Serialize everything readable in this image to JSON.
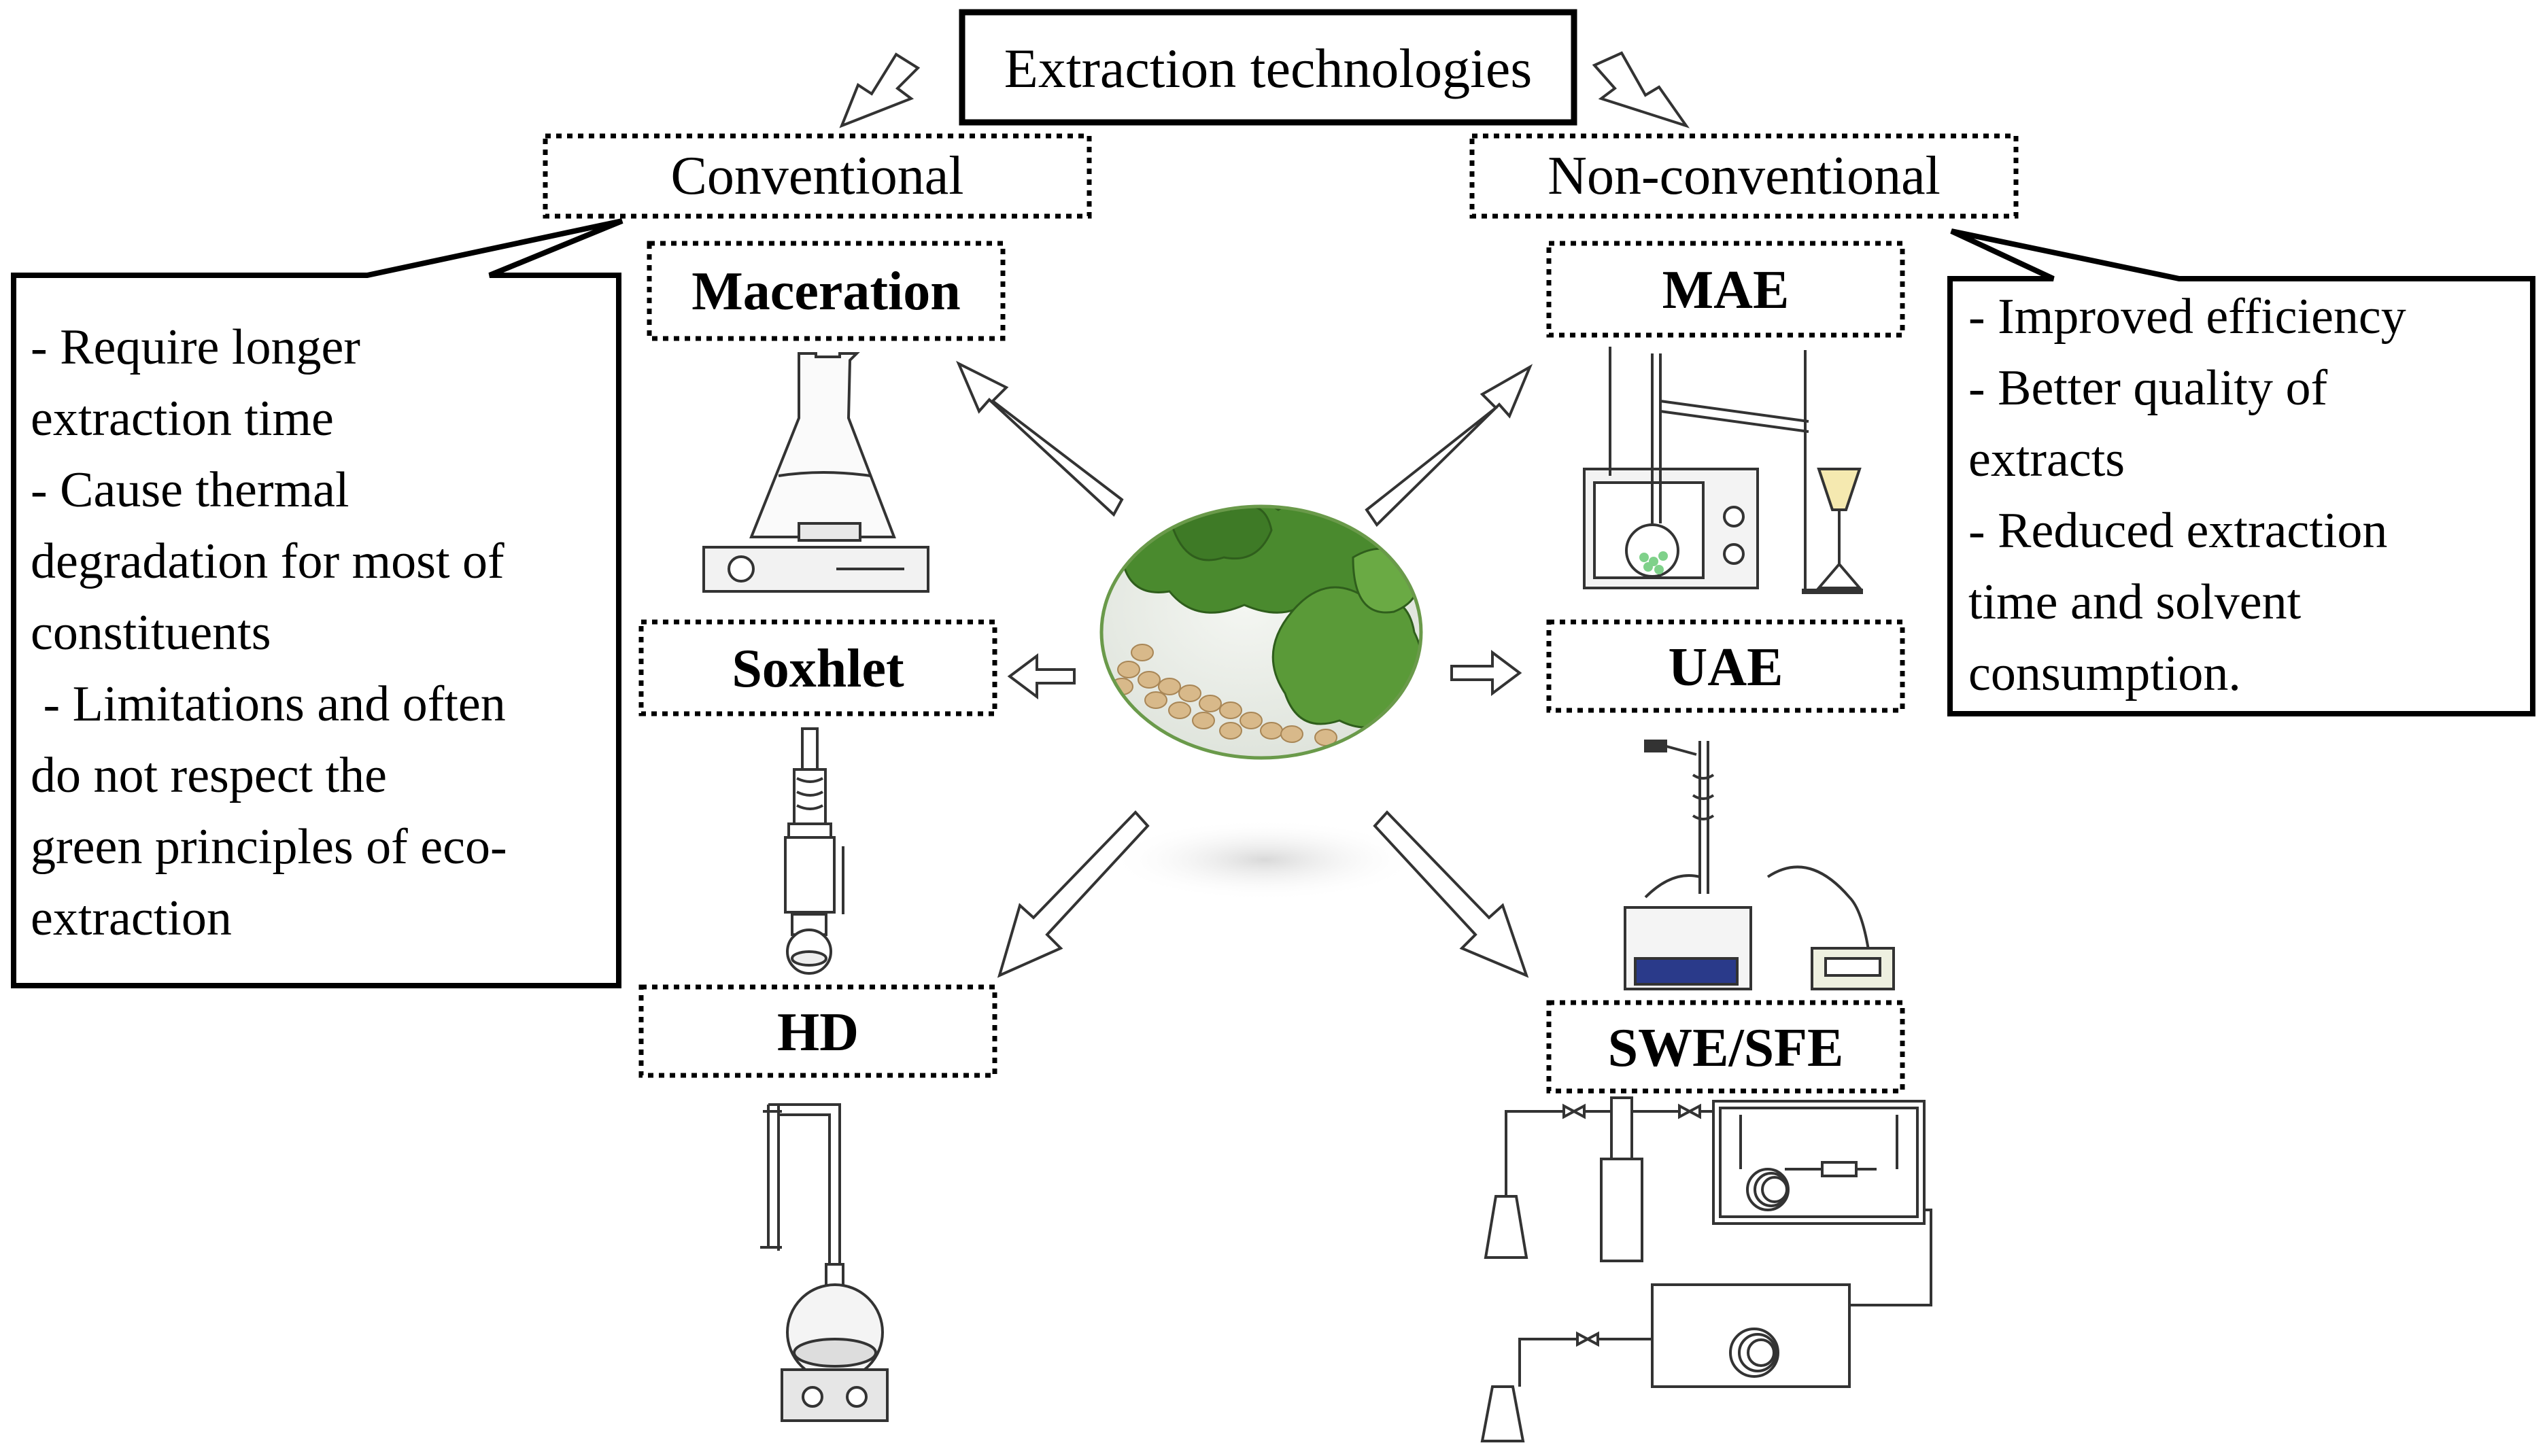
{
  "title": "Extraction technologies",
  "categories": {
    "conventional": "Conventional",
    "non_conventional": "Non-conventional"
  },
  "methods": {
    "maceration": "Maceration",
    "soxhlet": "Soxhlet",
    "hd": "HD",
    "mae": "MAE",
    "uae": "UAE",
    "swe_sfe": "SWE/SFE"
  },
  "conventional_notes": [
    "- Require longer",
    "extraction time",
    "- Cause thermal",
    "degradation for most of",
    "constituents",
    " - Limitations and often",
    "do not respect the",
    "green principles of eco-",
    "extraction"
  ],
  "non_conventional_notes": [
    "- Improved efficiency",
    "- Better quality of",
    "extracts",
    "- Reduced extraction",
    "time and solvent",
    "consumption."
  ],
  "colors": {
    "ink": "#000000",
    "leaf": "#4a8a2e",
    "seed": "#d8b98a",
    "uae_panel": "#2a3a8a",
    "mae_beads": "#7fd18a"
  }
}
